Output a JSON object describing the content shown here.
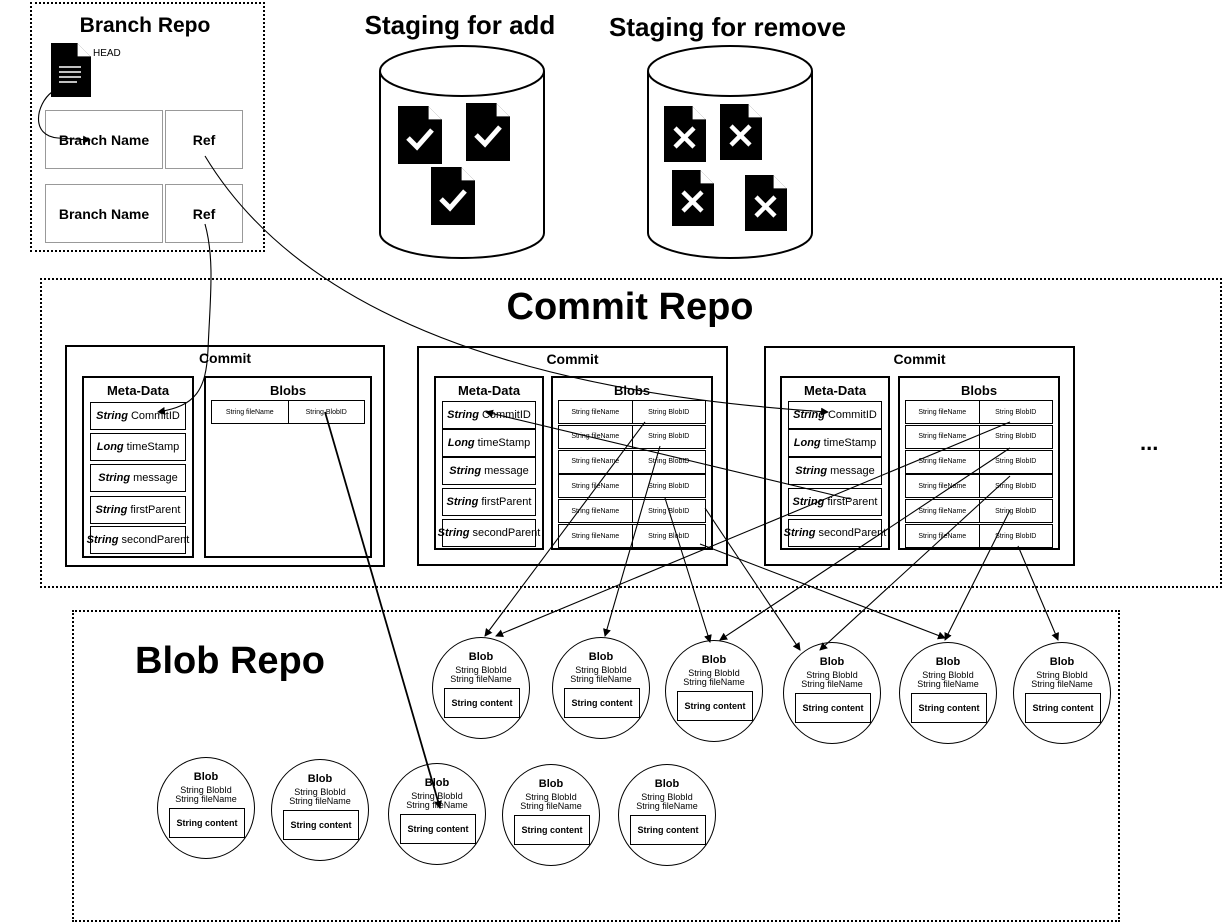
{
  "branch_repo": {
    "title": "Branch Repo",
    "head_label": "HEAD",
    "rows": [
      {
        "name": "Branch Name",
        "ref": "Ref"
      },
      {
        "name": "Branch Name",
        "ref": "Ref"
      }
    ]
  },
  "staging_add": {
    "title": "Staging for add",
    "icon": "file-check-icon"
  },
  "staging_remove": {
    "title": "Staging for remove",
    "icon": "file-x-icon"
  },
  "commit_repo": {
    "title": "Commit Repo",
    "ellipsis": "...",
    "commit_title": "Commit",
    "meta_title": "Meta-Data",
    "blobs_title": "Blobs",
    "meta_fields": [
      {
        "type": "String",
        "name": "CommitID"
      },
      {
        "type": "Long",
        "name": "timeStamp"
      },
      {
        "type": "String",
        "name": "message"
      },
      {
        "type": "String",
        "name": "firstParent"
      },
      {
        "type": "String",
        "name": "secondParent"
      }
    ],
    "blob_row": {
      "file": "String fileName",
      "id": "String BlobID"
    }
  },
  "blob_repo": {
    "title": "Blob Repo",
    "blob_title": "Blob",
    "blob_id": "String BlobId",
    "blob_file": "String fileName",
    "blob_content": "String content"
  }
}
